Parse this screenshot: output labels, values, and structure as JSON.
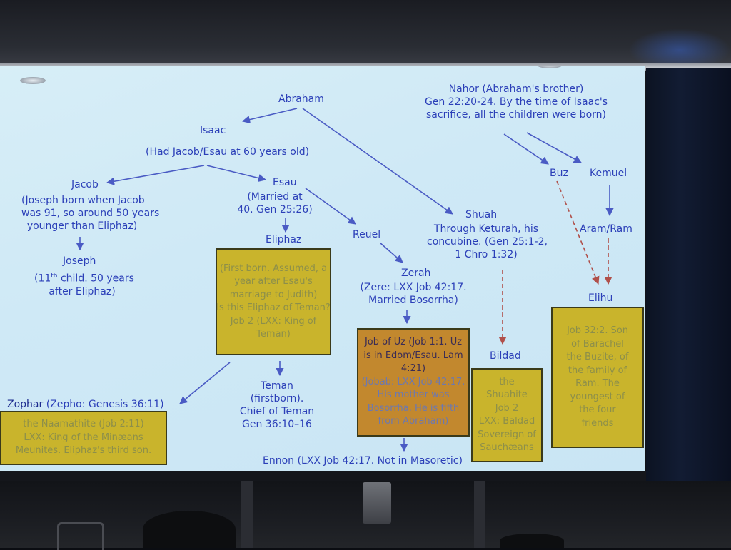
{
  "diagram": {
    "abraham": "Abraham",
    "isaac": "Isaac",
    "isaac_note": "(Had Jacob/Esau at 60 years old)",
    "jacob": "Jacob",
    "jacob_note_1": "(Joseph born when Jacob",
    "jacob_note_2": "was 91, so around 50 years",
    "jacob_note_3": "younger than Eliphaz)",
    "joseph": "Joseph",
    "joseph_note_1a": "(11",
    "joseph_note_1sup": "th",
    "joseph_note_1b": " child. 50 years",
    "joseph_note_2": "after Eliphaz)",
    "esau": "Esau",
    "esau_note_1": "(Married at",
    "esau_note_2": "40. Gen 25:26)",
    "eliphaz": "Eliphaz",
    "eliphaz_box": [
      "(First born. Assumed, a",
      "year after Esau's",
      "marriage to Judith)",
      "Is this Eliphaz of Teman?",
      "Job 2 (LXX: King of",
      "Teman)"
    ],
    "teman": [
      "Teman",
      "(firstborn).",
      "Chief of Teman",
      "Gen 36:10–16"
    ],
    "reuel": "Reuel",
    "zerah": "Zerah",
    "zerah_note_1": "(Zere: LXX Job 42:17.",
    "zerah_note_2": "Married Bosorrha)",
    "job_box": [
      "Job of Uz (Job 1:1. Uz",
      "is in Edom/Esau. Lam",
      "4:21)"
    ],
    "job_box_faded": [
      "(Jobab: LXX Job 42:17.",
      "His mother was",
      "Bosorrha. He is fifth",
      "from Abraham)"
    ],
    "ennon": "Ennon (LXX Job 42:17. Not in Masoretic)",
    "shuah": "Shuah",
    "shuah_note_1": "Through Keturah, his",
    "shuah_note_2": "concubine. (Gen 25:1-2,",
    "shuah_note_3": "1 Chro 1:32)",
    "bildad": "Bildad",
    "bildad_box": [
      "the",
      "Shuahite",
      "Job 2",
      "LXX: Baldad",
      "Sovereign of",
      "Sauchæans"
    ],
    "nahor_1": "Nahor (Abraham's brother)",
    "nahor_2": "Gen 22:20-24. By the time of Isaac's",
    "nahor_3": "sacrifice, all the children were born)",
    "buz": "Buz",
    "kemuel": "Kemuel",
    "aram": "Aram/Ram",
    "elihu": "Elihu",
    "elihu_box": [
      "Job 32:2. Son",
      "of Barachel",
      "the Buzite, of",
      "the family of",
      "Ram. The",
      "youngest of",
      "the four",
      "friends"
    ],
    "zophar_label": "Zophar",
    "zophar_label_rest": " (Zepho: Genesis 36:11)",
    "zophar_box": [
      "the Naamathite (Job 2:11)",
      "LXX: King of the Minæans",
      "Meunites. Eliphaz's third son."
    ]
  },
  "colors": {
    "text_blue": "#2b3fb8",
    "box_yellow": "#c9b42c",
    "box_orange": "#c2882e",
    "arrow_blue": "#4a5bc4",
    "dashed_red": "#b0504a"
  }
}
